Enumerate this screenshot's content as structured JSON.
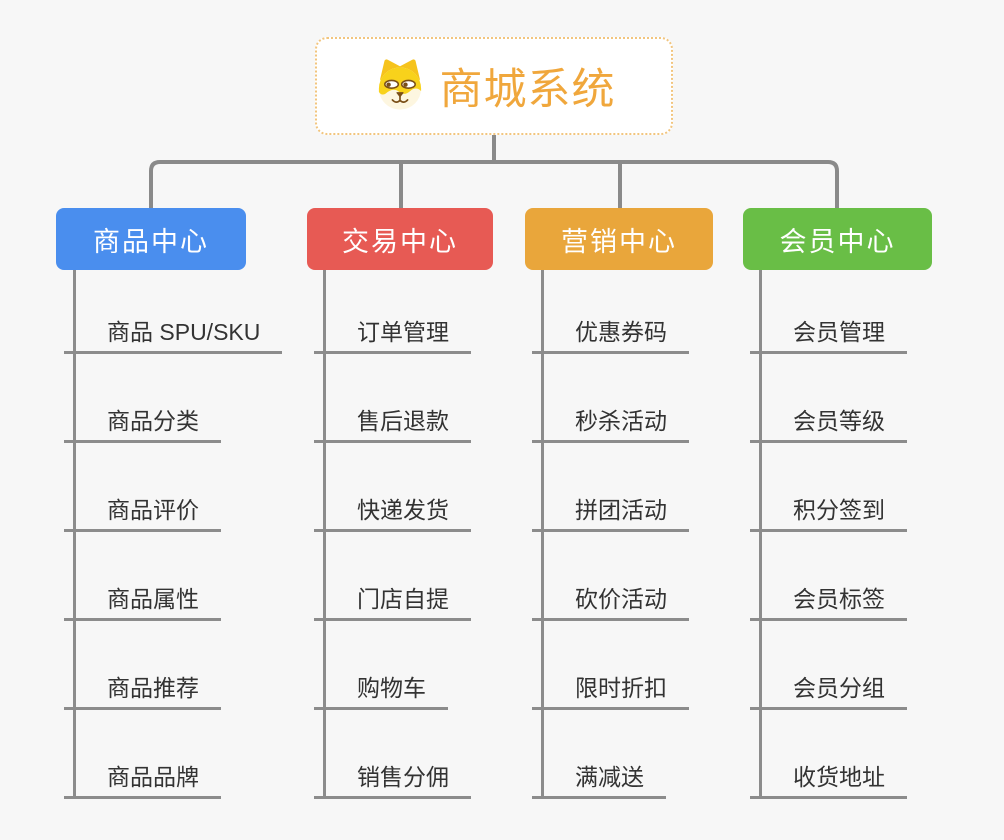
{
  "canvas": {
    "background": "#F7F7F7",
    "connector_color": "#8A8A8A"
  },
  "root": {
    "title": "商城系统",
    "icon": "dog-face-icon",
    "text_color": "#F0A73C",
    "border_color": "#F2C57E"
  },
  "branches": [
    {
      "label": "商品中心",
      "color": "#4A8EEE",
      "children": [
        "商品 SPU/SKU",
        "商品分类",
        "商品评价",
        "商品属性",
        "商品推荐",
        "商品品牌"
      ]
    },
    {
      "label": "交易中心",
      "color": "#E75A54",
      "children": [
        "订单管理",
        "售后退款",
        "快递发货",
        "门店自提",
        "购物车",
        "销售分佣"
      ]
    },
    {
      "label": "营销中心",
      "color": "#E9A63B",
      "children": [
        "优惠券码",
        "秒杀活动",
        "拼团活动",
        "砍价活动",
        "限时折扣",
        "满减送"
      ]
    },
    {
      "label": "会员中心",
      "color": "#69BE46",
      "children": [
        "会员管理",
        "会员等级",
        "积分签到",
        "会员标签",
        "会员分组",
        "收货地址"
      ]
    }
  ]
}
